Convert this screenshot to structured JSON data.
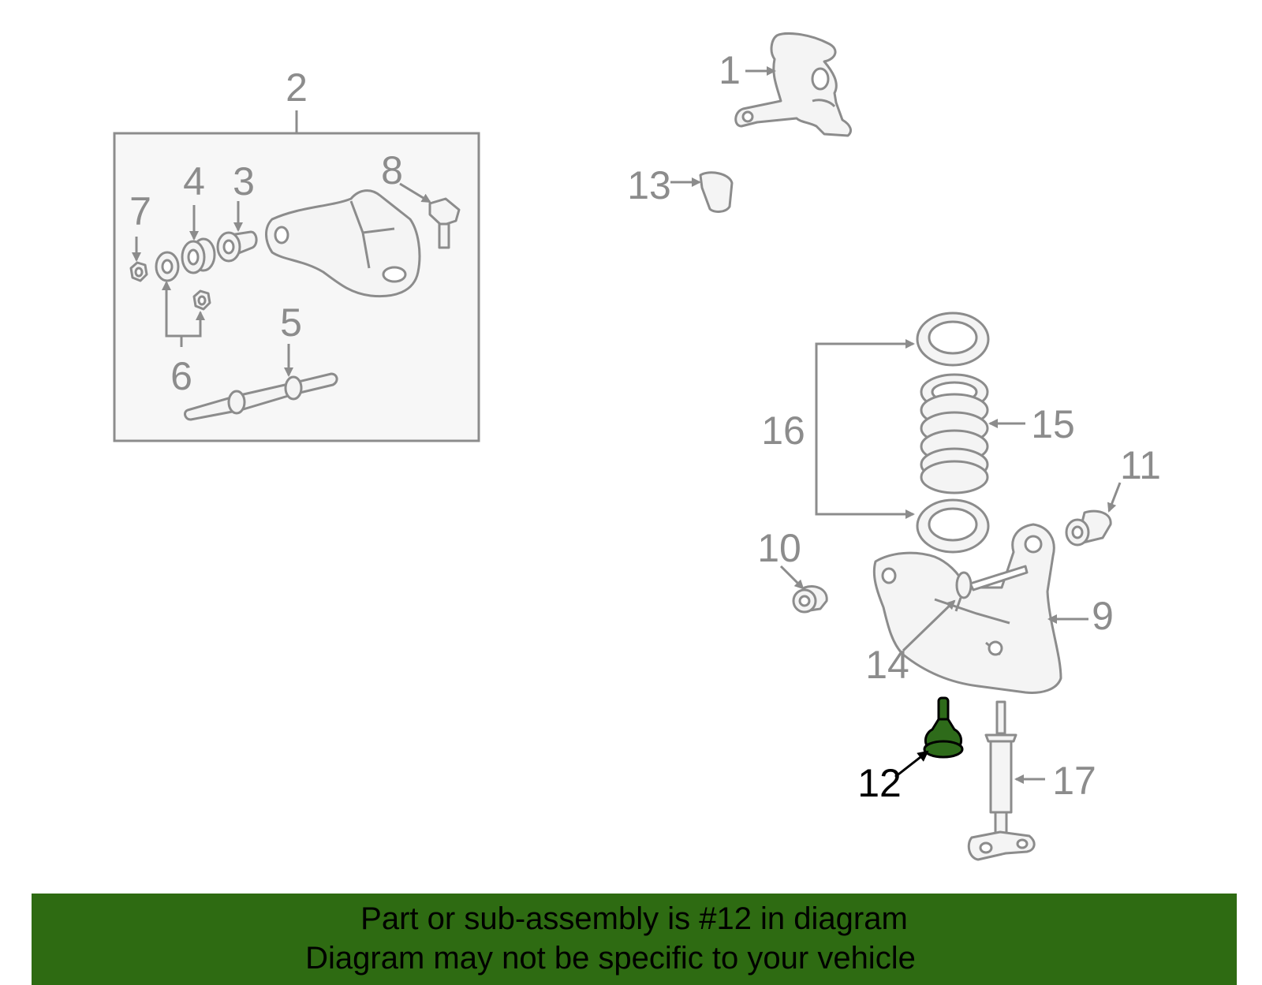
{
  "callouts": [
    {
      "id": "1",
      "highlighted": false
    },
    {
      "id": "2",
      "highlighted": false
    },
    {
      "id": "3",
      "highlighted": false
    },
    {
      "id": "4",
      "highlighted": false
    },
    {
      "id": "5",
      "highlighted": false
    },
    {
      "id": "6",
      "highlighted": false
    },
    {
      "id": "7",
      "highlighted": false
    },
    {
      "id": "8",
      "highlighted": false
    },
    {
      "id": "9",
      "highlighted": false
    },
    {
      "id": "10",
      "highlighted": false
    },
    {
      "id": "11",
      "highlighted": false
    },
    {
      "id": "12",
      "highlighted": true
    },
    {
      "id": "13",
      "highlighted": false
    },
    {
      "id": "14",
      "highlighted": false
    },
    {
      "id": "15",
      "highlighted": false
    },
    {
      "id": "16",
      "highlighted": false
    },
    {
      "id": "17",
      "highlighted": false
    }
  ],
  "footer": {
    "line1": "Part or sub-assembly is #12 in diagram",
    "line2": "Diagram may not be specific to your vehicle"
  },
  "colors": {
    "line_art": "#8c8c8c",
    "highlight_part": "#2e6b1a",
    "footer_bg": "#2e6b12",
    "inset_box_bg": "#f7f7f7"
  }
}
